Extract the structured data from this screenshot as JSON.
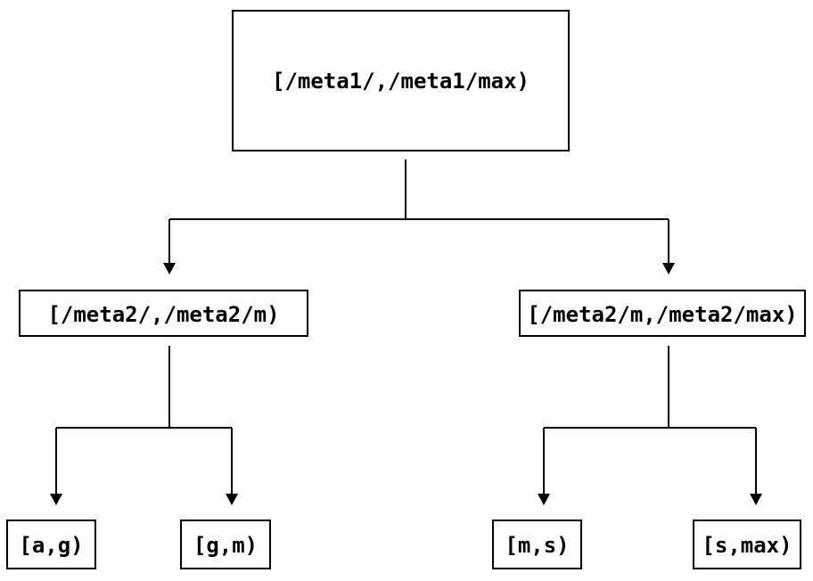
{
  "colors": {
    "background": "#ffffff",
    "line": "#000000",
    "text": "#000000",
    "node-fill": "#ffffff"
  },
  "tree": {
    "root": {
      "label": "[/meta1/,/meta1/max)"
    },
    "children": [
      {
        "label": "[/meta2/,/meta2/m)",
        "children": [
          {
            "label": "[a,g)"
          },
          {
            "label": "[g,m)"
          }
        ]
      },
      {
        "label": "[/meta2/m,/meta2/max)",
        "children": [
          {
            "label": "[m,s)"
          },
          {
            "label": "[s,max)"
          }
        ]
      }
    ]
  }
}
